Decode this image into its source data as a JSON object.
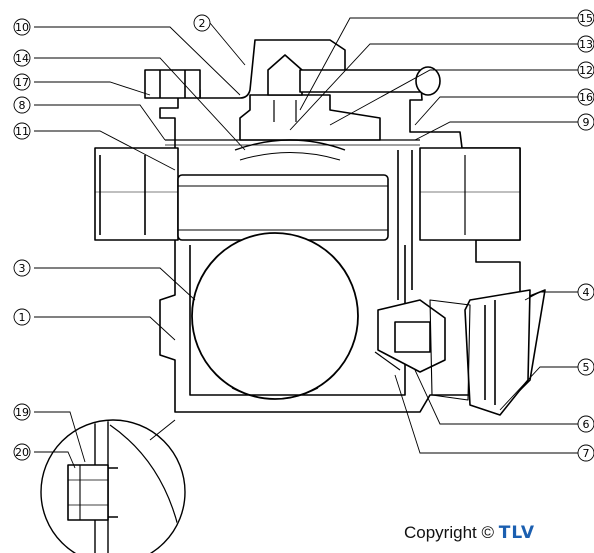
{
  "callouts": [
    {
      "id": "1",
      "label": "1"
    },
    {
      "id": "2",
      "label": "2"
    },
    {
      "id": "3",
      "label": "3"
    },
    {
      "id": "4",
      "label": "4"
    },
    {
      "id": "5",
      "label": "5"
    },
    {
      "id": "6",
      "label": "6"
    },
    {
      "id": "7",
      "label": "7"
    },
    {
      "id": "8",
      "label": "8"
    },
    {
      "id": "9",
      "label": "9"
    },
    {
      "id": "10",
      "label": "10"
    },
    {
      "id": "11",
      "label": "11"
    },
    {
      "id": "12",
      "label": "12"
    },
    {
      "id": "13",
      "label": "13"
    },
    {
      "id": "14",
      "label": "14"
    },
    {
      "id": "15",
      "label": "15"
    },
    {
      "id": "16",
      "label": "16"
    },
    {
      "id": "17",
      "label": "17"
    },
    {
      "id": "19",
      "label": "19"
    },
    {
      "id": "20",
      "label": "20"
    }
  ],
  "footer": {
    "copyright_text": "Copyright ©",
    "brand": "TLV"
  },
  "colors": {
    "line": "#000000",
    "fill": "#ffffff",
    "brand": "#1b5fb0"
  }
}
